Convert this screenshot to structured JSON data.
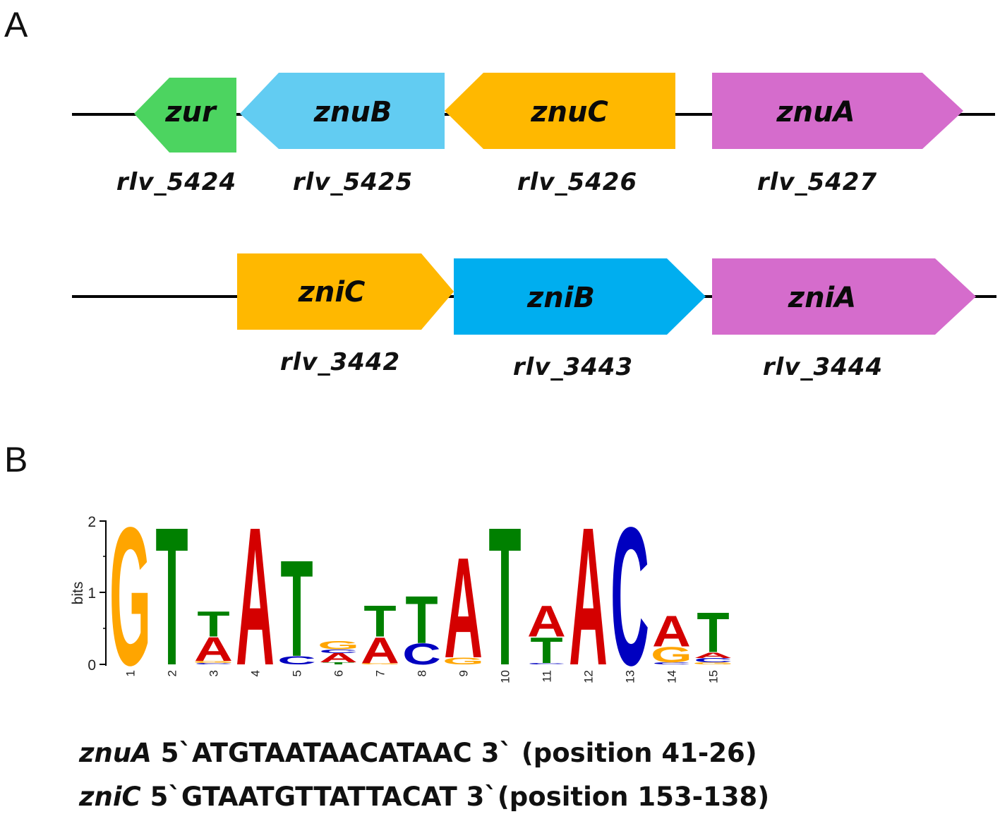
{
  "panels": {
    "a": "A",
    "b": "B"
  },
  "colors": {
    "green": "#4cd460",
    "lightblue": "#62ccf2",
    "orange": "#ffb800",
    "magenta": "#d56ccc",
    "blue": "#00aeef"
  },
  "operon1": {
    "genes": [
      {
        "name": "zur",
        "locus": "rlv_5424",
        "direction": "reverse",
        "color": "#4cd460"
      },
      {
        "name": "znuB",
        "locus": "rlv_5425",
        "direction": "reverse",
        "color": "#62ccf2"
      },
      {
        "name": "znuC",
        "locus": "rlv_5426",
        "direction": "reverse",
        "color": "#ffb800"
      },
      {
        "name": "znuA",
        "locus": "rlv_5427",
        "direction": "forward",
        "color": "#d56ccc"
      }
    ]
  },
  "operon2": {
    "genes": [
      {
        "name": "zniC",
        "locus": "rlv_3442",
        "direction": "forward",
        "color": "#ffb800"
      },
      {
        "name": "zniB",
        "locus": "rlv_3443",
        "direction": "forward",
        "color": "#00aeef"
      },
      {
        "name": "zniA",
        "locus": "rlv_3444",
        "direction": "forward",
        "color": "#d56ccc"
      }
    ]
  },
  "logo": {
    "ylabel": "bits",
    "yticks": [
      "0",
      "1",
      "2"
    ],
    "positions": [
      "1",
      "2",
      "3",
      "4",
      "5",
      "6",
      "7",
      "8",
      "9",
      "10",
      "11",
      "12",
      "13",
      "14",
      "15"
    ],
    "base_colors": {
      "A": "#d40000",
      "C": "#0000c0",
      "G": "#ffa500",
      "T": "#008000"
    },
    "columns": [
      [
        [
          "G",
          1.98
        ]
      ],
      [
        [
          "T",
          1.98
        ]
      ],
      [
        [
          "C",
          0.02
        ],
        [
          "G",
          0.03
        ],
        [
          "A",
          0.34
        ],
        [
          "T",
          0.36
        ]
      ],
      [
        [
          "A",
          1.98
        ]
      ],
      [
        [
          "C",
          0.12
        ],
        [
          "T",
          1.38
        ]
      ],
      [
        [
          "T",
          0.03
        ],
        [
          "A",
          0.13
        ],
        [
          "C",
          0.05
        ],
        [
          "G",
          0.12
        ]
      ],
      [
        [
          "G",
          0.02
        ],
        [
          "A",
          0.37
        ],
        [
          "T",
          0.45
        ]
      ],
      [
        [
          "C",
          0.3
        ],
        [
          "T",
          0.68
        ]
      ],
      [
        [
          "G",
          0.1
        ],
        [
          "A",
          1.44
        ]
      ],
      [
        [
          "T",
          1.98
        ]
      ],
      [
        [
          "C",
          0.02
        ],
        [
          "T",
          0.37
        ],
        [
          "A",
          0.45
        ]
      ],
      [
        [
          "A",
          1.98
        ]
      ],
      [
        [
          "C",
          1.98
        ]
      ],
      [
        [
          "C",
          0.03
        ],
        [
          "G",
          0.22
        ],
        [
          "A",
          0.44
        ]
      ],
      [
        [
          "G",
          0.03
        ],
        [
          "C",
          0.06
        ],
        [
          "A",
          0.08
        ],
        [
          "T",
          0.57
        ]
      ]
    ]
  },
  "sequences": [
    {
      "gene": "znuA",
      "text": " 5`ATGTAATAACATAAC 3` (position 41-26)"
    },
    {
      "gene": "zniC",
      "text": " 5`GTAATGTTATTACAT 3`(position 153-138)"
    }
  ]
}
